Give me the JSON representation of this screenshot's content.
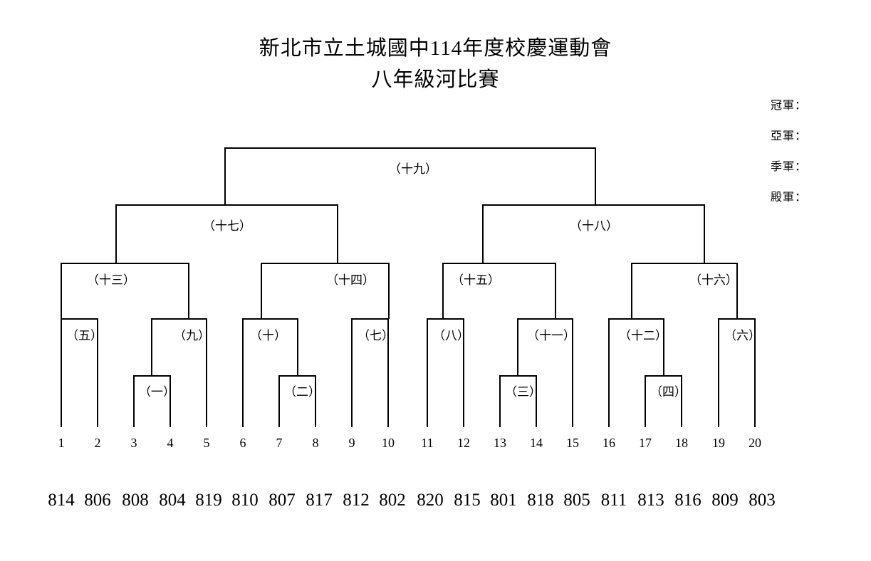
{
  "title": {
    "line1": "新北市立土城國中114年度校慶運動會",
    "line2": "八年級河比賽"
  },
  "awards": [
    {
      "name": "champion",
      "label": "冠軍："
    },
    {
      "name": "runner-up",
      "label": "亞軍："
    },
    {
      "name": "third-place",
      "label": "季軍："
    },
    {
      "name": "fourth-place",
      "label": "殿軍："
    }
  ],
  "bracket": {
    "final": {
      "label": "（十九）"
    },
    "semifinals": [
      {
        "label": "（十七）"
      },
      {
        "label": "（十八）"
      }
    ],
    "quarterfinals": [
      {
        "label": "（十三）"
      },
      {
        "label": "（十四）"
      },
      {
        "label": "（十五）"
      },
      {
        "label": "（十六）"
      }
    ],
    "round_of_16": [
      {
        "label": "（五）"
      },
      {
        "label": "（九）"
      },
      {
        "label": "（十）"
      },
      {
        "label": "（七）"
      },
      {
        "label": "（八）"
      },
      {
        "label": "（十一）"
      },
      {
        "label": "（十二）"
      },
      {
        "label": "（六）"
      }
    ],
    "preliminary": [
      {
        "label": "（一）"
      },
      {
        "label": "（二）"
      },
      {
        "label": "（三）"
      },
      {
        "label": "（四）"
      }
    ],
    "seeds": [
      "1",
      "2",
      "3",
      "4",
      "5",
      "6",
      "7",
      "8",
      "9",
      "10",
      "11",
      "12",
      "13",
      "14",
      "15",
      "16",
      "17",
      "18",
      "19",
      "20"
    ],
    "teams": [
      "814",
      "806",
      "808",
      "804",
      "819",
      "810",
      "807",
      "817",
      "812",
      "802",
      "820",
      "815",
      "801",
      "818",
      "805",
      "811",
      "813",
      "816",
      "809",
      "803"
    ]
  },
  "chart_data": {
    "type": "diagram",
    "title": "新北市立土城國中114年度校慶運動會 八年級河比賽",
    "structure": "single-elimination-bracket",
    "participants": 20,
    "matches": [
      {
        "id": "（一）",
        "round": 1,
        "between": [
          "3",
          "4"
        ]
      },
      {
        "id": "（二）",
        "round": 1,
        "between": [
          "7",
          "8"
        ]
      },
      {
        "id": "（三）",
        "round": 1,
        "between": [
          "13",
          "14"
        ]
      },
      {
        "id": "（四）",
        "round": 1,
        "between": [
          "17",
          "18"
        ]
      },
      {
        "id": "（五）",
        "round": 2,
        "between": [
          "1",
          "2"
        ]
      },
      {
        "id": "（九）",
        "round": 2,
        "between": [
          "winner（一）",
          "5"
        ]
      },
      {
        "id": "（十）",
        "round": 2,
        "between": [
          "6",
          "winner（二）"
        ]
      },
      {
        "id": "（七）",
        "round": 2,
        "between": [
          "9",
          "10"
        ]
      },
      {
        "id": "（八）",
        "round": 2,
        "between": [
          "11",
          "12"
        ]
      },
      {
        "id": "（十一）",
        "round": 2,
        "between": [
          "winner（三）",
          "15"
        ]
      },
      {
        "id": "（十二）",
        "round": 2,
        "between": [
          "16",
          "winner（四）"
        ]
      },
      {
        "id": "（六）",
        "round": 2,
        "between": [
          "19",
          "20"
        ]
      },
      {
        "id": "（十三）",
        "round": 3,
        "between": [
          "winner（五）",
          "winner（九）"
        ]
      },
      {
        "id": "（十四）",
        "round": 3,
        "between": [
          "winner（十）",
          "winner（七）"
        ]
      },
      {
        "id": "（十五）",
        "round": 3,
        "between": [
          "winner（八）",
          "winner（十一）"
        ]
      },
      {
        "id": "（十六）",
        "round": 3,
        "between": [
          "winner（十二）",
          "winner（六）"
        ]
      },
      {
        "id": "（十七）",
        "round": 4,
        "between": [
          "winner（十三）",
          "winner（十四）"
        ]
      },
      {
        "id": "（十八）",
        "round": 4,
        "between": [
          "winner（十五）",
          "winner（十六）"
        ]
      },
      {
        "id": "（十九）",
        "round": 5,
        "between": [
          "winner（十七）",
          "winner（十八）"
        ]
      }
    ],
    "seed_to_team": {
      "1": "814",
      "2": "806",
      "3": "808",
      "4": "804",
      "5": "819",
      "6": "810",
      "7": "807",
      "8": "817",
      "9": "812",
      "10": "802",
      "11": "820",
      "12": "815",
      "13": "801",
      "14": "818",
      "15": "805",
      "16": "811",
      "17": "813",
      "18": "816",
      "19": "809",
      "20": "803"
    }
  }
}
